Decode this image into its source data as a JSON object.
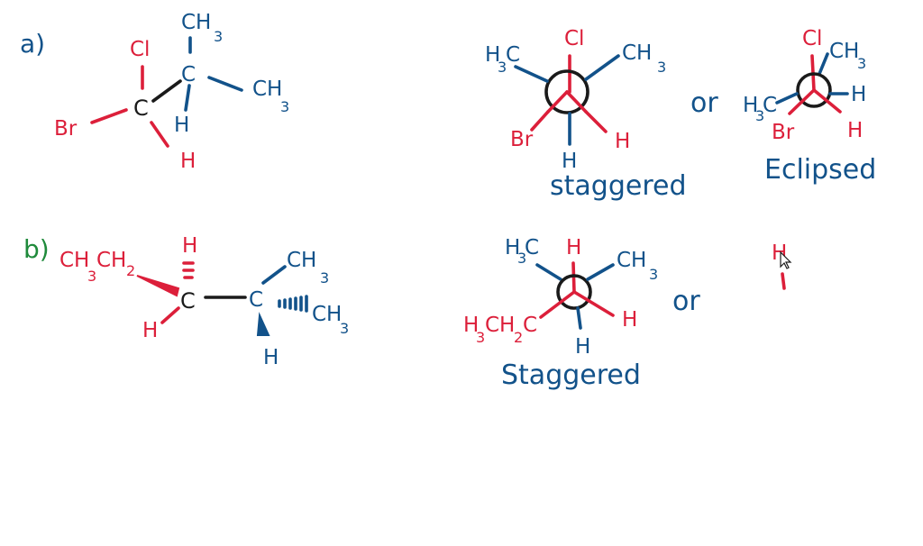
{
  "colors": {
    "blue": "#12528a",
    "red": "#dc1f3a",
    "green": "#1f8a3b",
    "black": "#1a1a1a",
    "background": "#ffffff"
  },
  "part_a": {
    "label": "a)",
    "wedge": {
      "cl": "Cl",
      "br": "Br",
      "h_red": "H",
      "c": "C",
      "h_blue": "H",
      "ch3_top": "CH",
      "ch3_top_sub": "3",
      "ch3_right": "CH",
      "ch3_right_sub": "3",
      "c_back": "C"
    },
    "staggered": {
      "front_cl": "Cl",
      "back_left": "H",
      "back_left_sub": "3",
      "back_left_c": "C",
      "back_right": "CH",
      "back_right_sub": "3",
      "front_br": "Br",
      "front_h": "H",
      "back_h": "H",
      "caption": "staggered"
    },
    "or": "or",
    "eclipsed": {
      "cl": "Cl",
      "ch3": "CH",
      "ch3_sub": "3",
      "h3c": "H",
      "h3c_sub": "3",
      "h3c_c": "C",
      "h_right": "H",
      "br": "Br",
      "h_bottom": "H",
      "caption": "Eclipsed"
    }
  },
  "part_b": {
    "label": "b)",
    "wedge": {
      "ch3ch2_a": "CH",
      "ch3ch2_sub": "3",
      "ch3ch2_b": "CH",
      "ch3ch2_sub2": "2",
      "h_top": "H",
      "c_front": "C",
      "h_left": "H",
      "c_back": "C",
      "ch3_top": "CH",
      "ch3_top_sub": "3",
      "ch3_right": "CH",
      "ch3_right_sub": "3",
      "h_bottom": "H"
    },
    "staggered": {
      "back_left": "H",
      "back_left_sub": "3",
      "back_left_c": "C",
      "front_h_top": "H",
      "back_right": "CH",
      "back_right_sub": "3",
      "front_left_a": "H",
      "front_left_sub": "3",
      "front_left_b": "CH",
      "front_left_sub2": "2",
      "front_left_c": "C",
      "front_right_h": "H",
      "back_h": "H",
      "caption": "Staggered"
    },
    "or": "or",
    "partial": {
      "h": "H"
    }
  }
}
